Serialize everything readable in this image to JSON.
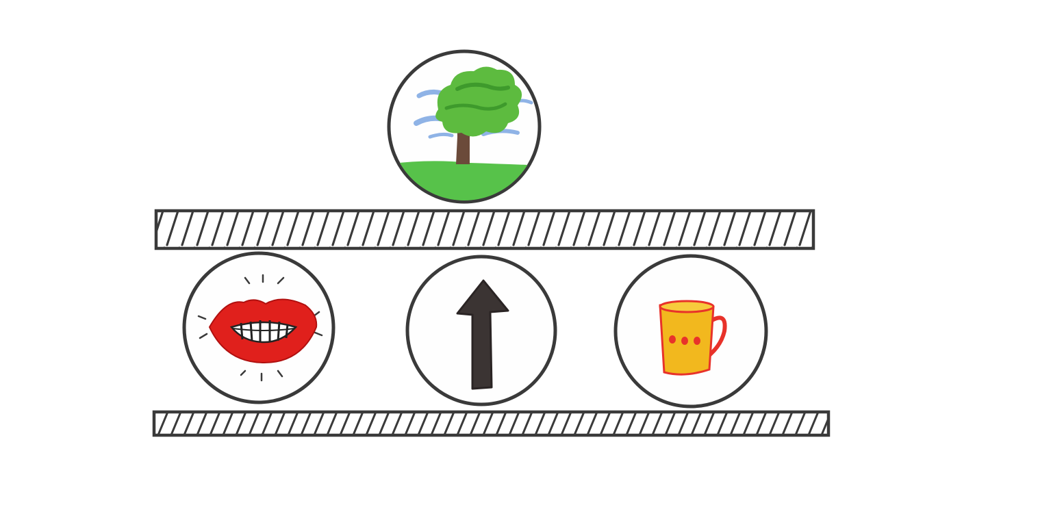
{
  "diagram": {
    "symbols": [
      {
        "id": "tree",
        "icon": "windblown-tree-icon"
      },
      {
        "id": "mouth",
        "icon": "mouth-icon"
      },
      {
        "id": "arrow",
        "icon": "up-arrow-icon"
      },
      {
        "id": "cup",
        "icon": "cup-icon"
      }
    ],
    "colors": {
      "ink": "#3a3a3a",
      "paper": "#fefefe",
      "tree_leaves": "#5dbb3f",
      "tree_leaves_dark": "#3e9a2c",
      "tree_trunk": "#6b4a3a",
      "grass": "#57c24a",
      "wind": "#8fb3e6",
      "lips": "#e0201c",
      "lips_dark": "#b0100f",
      "teeth": "#ffffff",
      "arrow": "#3b3433",
      "cup": "#f2b81e",
      "cup_trim": "#e8322a"
    }
  }
}
